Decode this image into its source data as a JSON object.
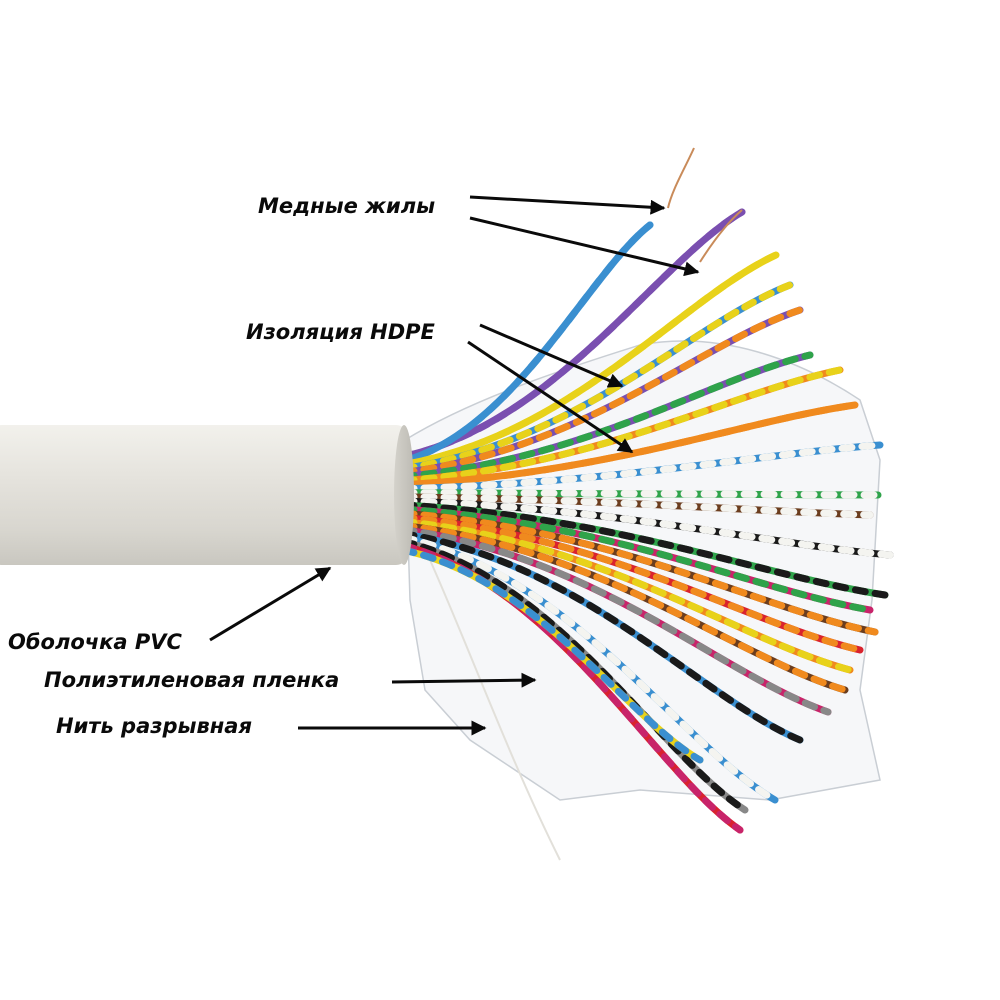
{
  "labels": {
    "copper_cores": "Медные жилы",
    "hdpe_insulation": "Изоляция HDPE",
    "pvc_sheath": "Оболочка PVC",
    "polyethylene_film": "Полиэтиленовая пленка",
    "rip_thread": "Нить разрывная"
  },
  "colors": {
    "sheath": "#e4e2dc",
    "arrow": "#0a0a0a",
    "wire_palette": [
      "#e8d21a",
      "#f08a1e",
      "#3a8fd0",
      "#2fa34a",
      "#7a4fb0",
      "#c8246a",
      "#6b3d1e",
      "#888888",
      "#1a1a1a",
      "#f4f4f0",
      "#d9232e"
    ]
  }
}
